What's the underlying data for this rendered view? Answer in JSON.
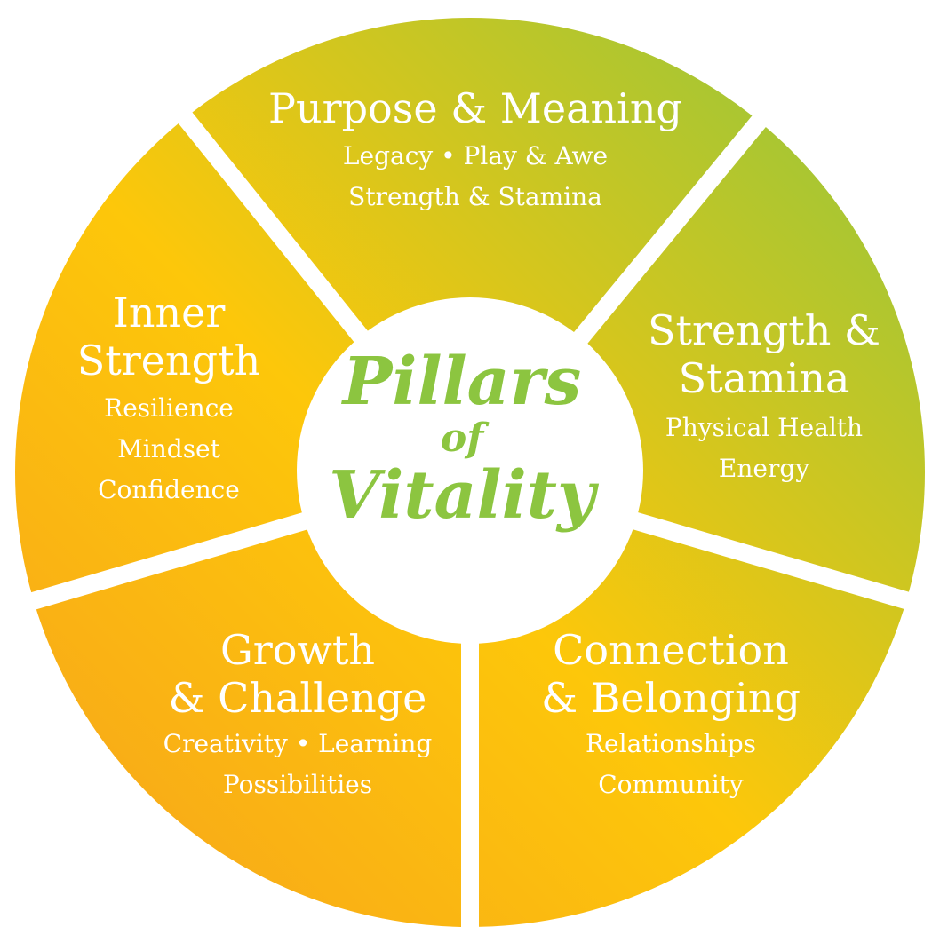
{
  "center": {
    "line1": "Pillars",
    "line2": "of",
    "line3": "Vitality"
  },
  "segments": [
    {
      "title": "Purpose & Meaning",
      "subtitle": "Legacy • Play & Awe\nStrength & Stamina"
    },
    {
      "title": "Strength &\nStamina",
      "subtitle": "Physical Health\nEnergy"
    },
    {
      "title": "Connection\n& Belonging",
      "subtitle": "Relationships\nCommunity"
    },
    {
      "title": "Growth\n& Challenge",
      "subtitle": "Creativity • Learning\nPossibilities"
    },
    {
      "title": "Inner\nStrength",
      "subtitle": "Resilience\nMindset\nConfidence"
    }
  ],
  "colors": {
    "green": "#95c43c",
    "yellow": "#fdc70a",
    "orange": "#f7a21c",
    "center_text": "#8cc540",
    "gap": "#ffffff"
  }
}
